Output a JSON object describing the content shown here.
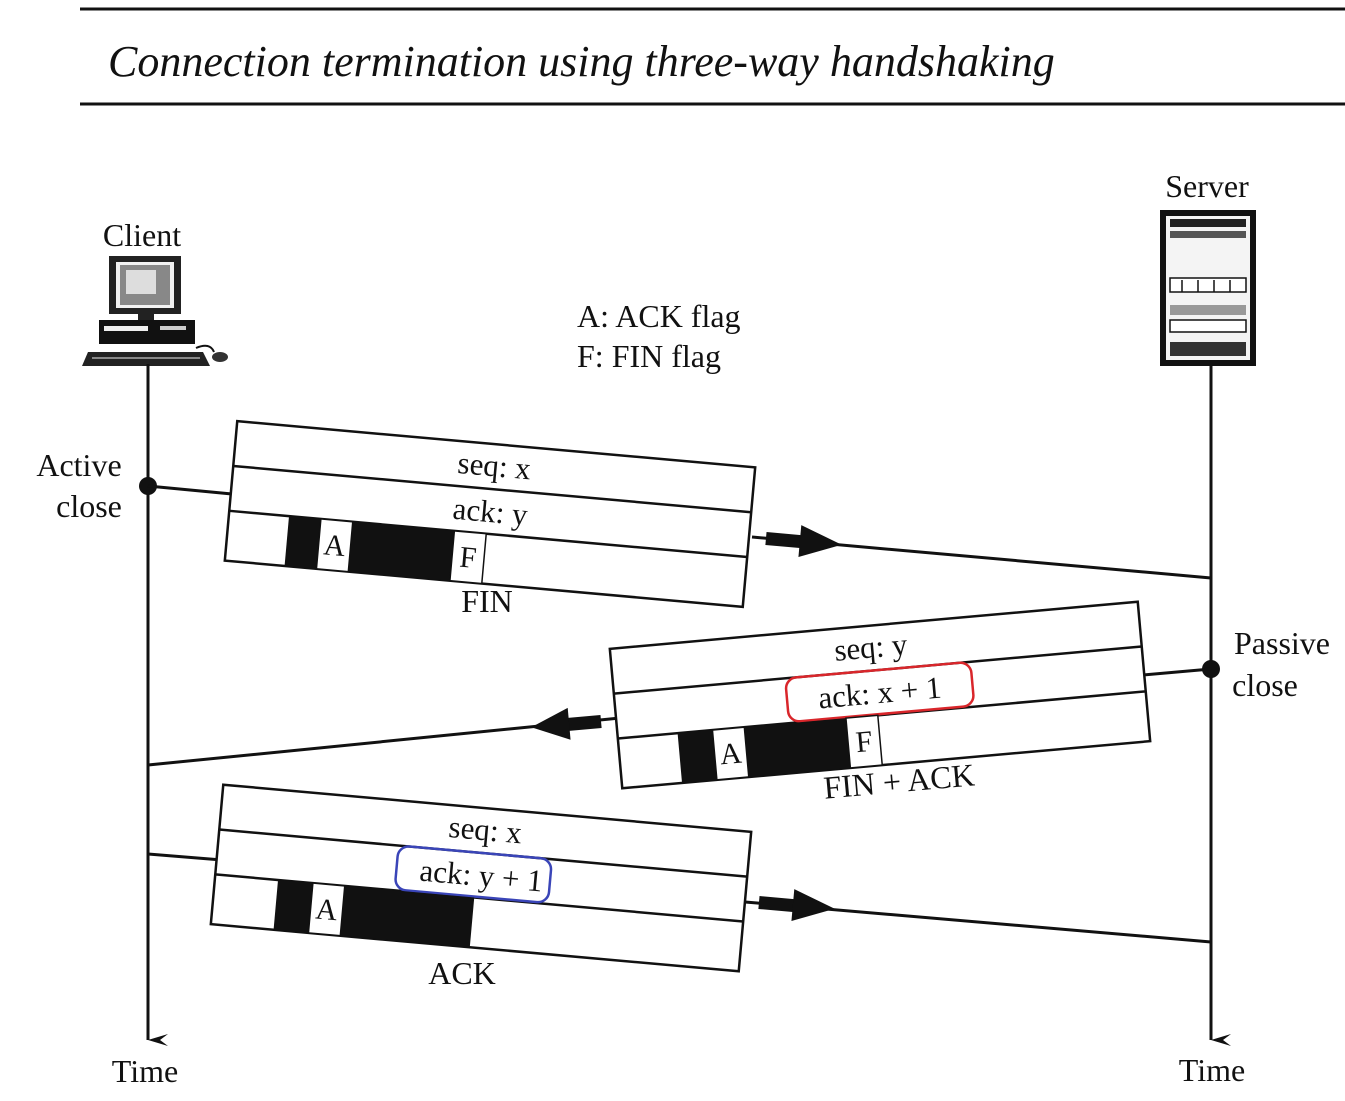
{
  "title": "Connection termination using three-way handshaking",
  "hosts": {
    "client": "Client",
    "server": "Server"
  },
  "legend": {
    "ack_flag": "A: ACK flag",
    "fin_flag": "F: FIN flag"
  },
  "events": {
    "active_close_line1": "Active",
    "active_close_line2": "close",
    "passive_close_line1": "Passive",
    "passive_close_line2": "close"
  },
  "time_labels": {
    "client": "Time",
    "server": "Time"
  },
  "segments": {
    "fin": {
      "name": "FIN",
      "seq": "seq: x",
      "ack": "ack: y",
      "flags": [
        "A",
        "F"
      ]
    },
    "fin_ack": {
      "name": "FIN + ACK",
      "seq": "seq: y",
      "ack": "ack: x + 1",
      "ack_highlight_color": "#d9262b",
      "flags": [
        "A",
        "F"
      ]
    },
    "ack": {
      "name": "ACK",
      "seq": "seq: x",
      "ack": "ack: y + 1",
      "ack_highlight_color": "#3a45b8",
      "flags": [
        "A"
      ]
    }
  }
}
